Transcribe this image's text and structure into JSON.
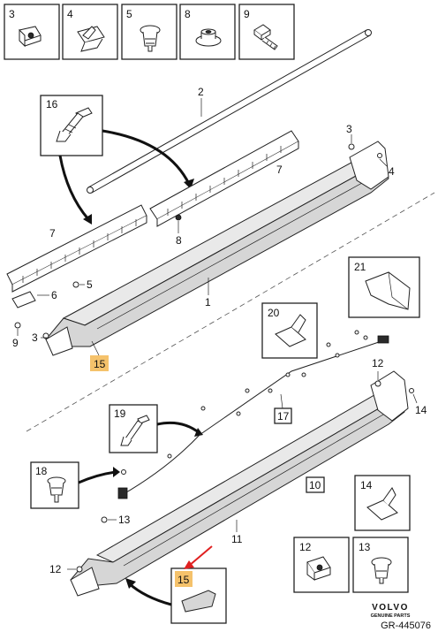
{
  "callouts": {
    "c1": "1",
    "c2": "2",
    "c3a": "3",
    "c3b": "3",
    "c3c": "3",
    "c4a": "4",
    "c4b": "4",
    "c5a": "5",
    "c5b": "5",
    "c6": "6",
    "c7a": "7",
    "c7b": "7",
    "c8a": "8",
    "c8b": "8",
    "c9a": "9",
    "c9b": "9",
    "c10": "10",
    "c11": "11",
    "c12a": "12",
    "c12b": "12",
    "c12c": "12",
    "c13a": "13",
    "c13b": "13",
    "c14a": "14",
    "c14b": "14",
    "c15a": "15",
    "c15b": "15",
    "c16": "16",
    "c17": "17",
    "c18": "18",
    "c19": "19",
    "c20": "20",
    "c21": "21"
  },
  "brand": {
    "name": "VOLVO",
    "sub": "GENUINE PARTS"
  },
  "reference": "GR-445076",
  "colors": {
    "highlight": "#f5c26b",
    "pointer_arrow": "#e02020"
  }
}
